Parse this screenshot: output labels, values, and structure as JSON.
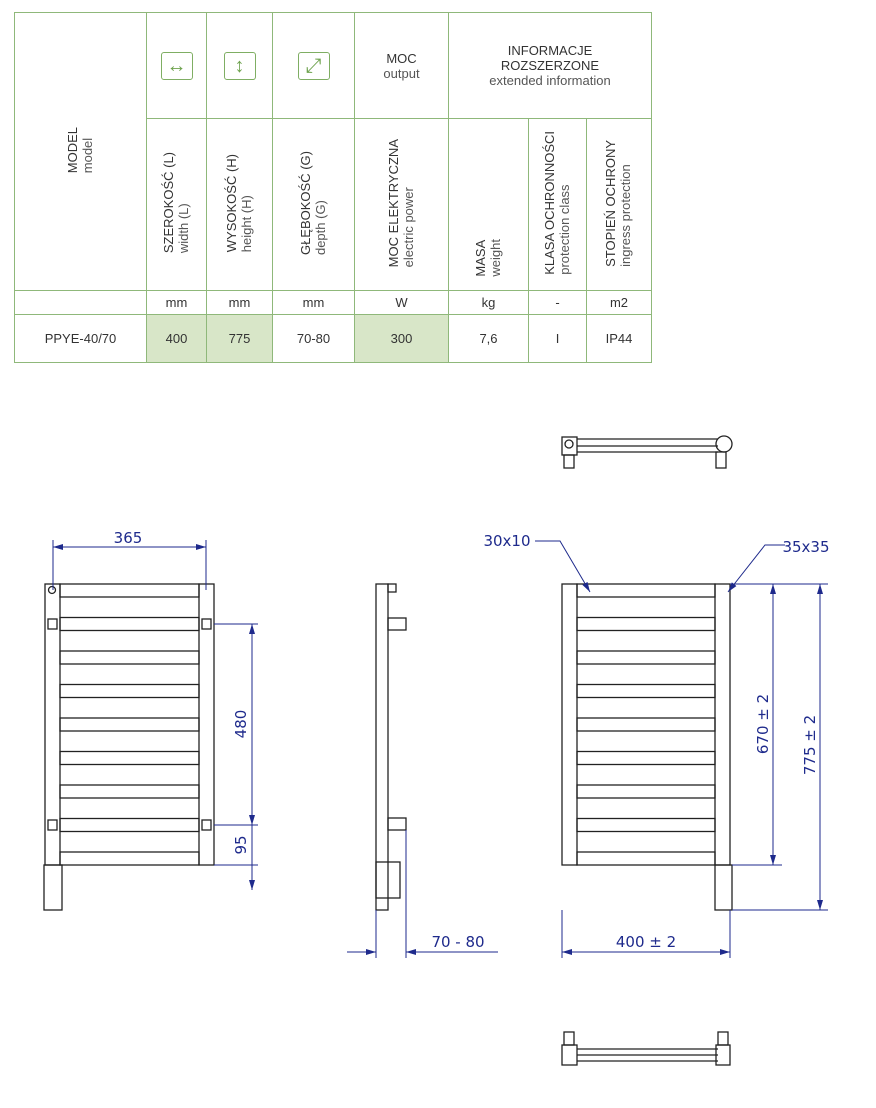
{
  "table": {
    "model_header": {
      "pl": "MODEL",
      "en": "model"
    },
    "output_header": {
      "pl": "MOC",
      "en": "output"
    },
    "extended_header": {
      "pl1": "INFORMACJE",
      "pl2": "ROZSZERZONE",
      "en": "extended information"
    },
    "columns": [
      {
        "pl": "SZEROKOŚĆ (L)",
        "en": "width (L)",
        "unit": "mm",
        "icon": "horizontal-arrow-icon"
      },
      {
        "pl": "WYSOKOŚĆ (H)",
        "en": "height (H)",
        "unit": "mm",
        "icon": "vertical-arrow-icon"
      },
      {
        "pl": "GŁĘBOKOŚĆ (G)",
        "en": "depth (G)",
        "unit": "mm",
        "icon": "diagonal-arrow-icon"
      },
      {
        "pl": "MOC ELEKTRYCZNA",
        "en": "electric power",
        "unit": "W"
      },
      {
        "pl": "MASA",
        "en": "weight",
        "unit": "kg"
      },
      {
        "pl": "KLASA OCHRONNOŚCI",
        "en": "protection class",
        "unit": "-"
      },
      {
        "pl": "STOPIEŃ OCHRONY",
        "en": "ingress protection",
        "unit": "m2"
      }
    ],
    "row": {
      "model": "PPYE-40/70",
      "values": [
        "400",
        "775",
        "70-80",
        "300",
        "7,6",
        "I",
        "IP44"
      ]
    },
    "colors": {
      "border": "#8fb87a",
      "highlight": "#d8e6c8",
      "dimension": "#1e2a8c"
    }
  },
  "drawing": {
    "front": {
      "width": "365",
      "spacing": "480",
      "bottom": "95"
    },
    "side": {
      "depth": "70 - 80"
    },
    "right": {
      "bar": "30x10",
      "post": "35x35",
      "h1": "670  ± 2",
      "h2": "775  ± 2",
      "w": "400  ± 2"
    }
  }
}
